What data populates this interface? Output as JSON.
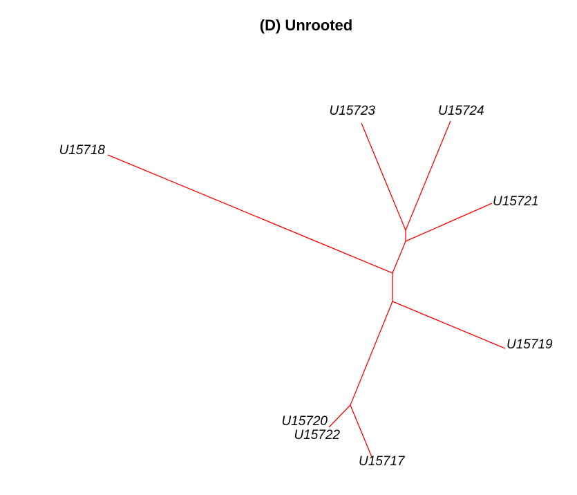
{
  "title": "(D) Unrooted",
  "edge_color": "#ff0000",
  "tips": {
    "u15718": "U15718",
    "u15723": "U15723",
    "u15724": "U15724",
    "u15721": "U15721",
    "u15719": "U15719",
    "u15720": "U15720",
    "u15722": "U15722",
    "u15717": "U15717"
  }
}
